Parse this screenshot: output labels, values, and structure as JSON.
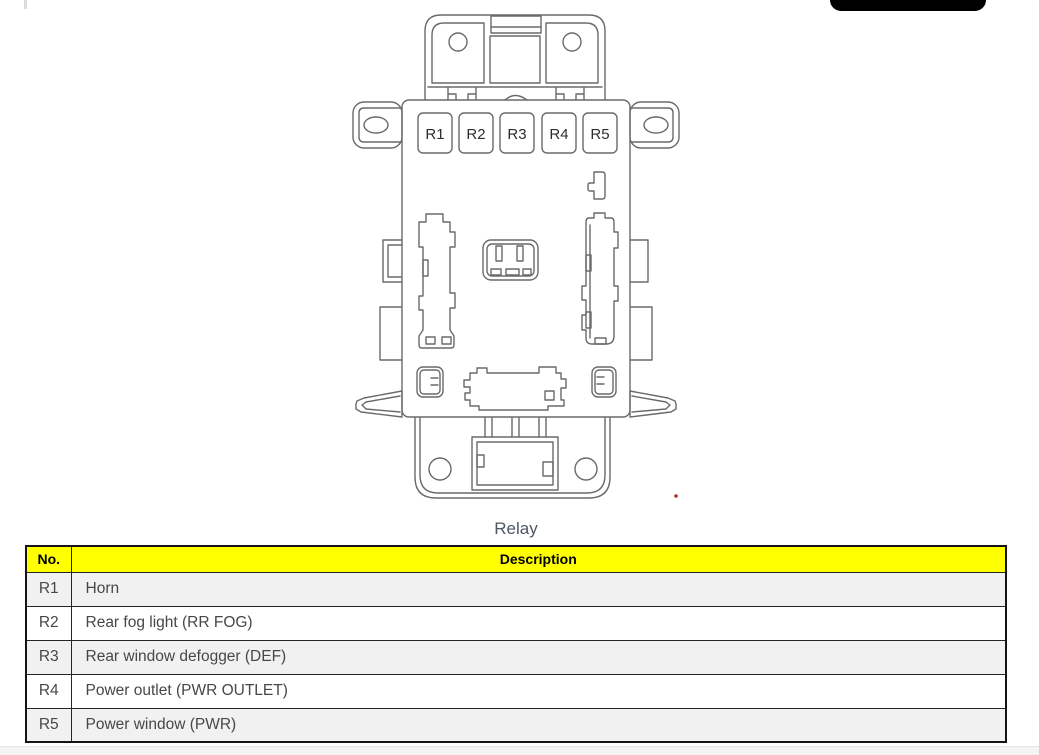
{
  "window": {
    "background": "#ffffff",
    "top_right_button_color": "#000000",
    "footer_strip_color": "#f4f4f4"
  },
  "diagram": {
    "caption": "Relay",
    "line_color": "#6a6a6a",
    "marker_color": "#b03030",
    "relays": [
      "R1",
      "R2",
      "R3",
      "R4",
      "R5"
    ]
  },
  "table": {
    "columns": [
      "No.",
      "Description"
    ],
    "header_bg": "#ffff00",
    "header_text_color": "#000000",
    "alt_row_bg": "#f1f1f1",
    "row_text_color": "#474747",
    "rows": [
      {
        "no": "R1",
        "description": "Horn"
      },
      {
        "no": "R2",
        "description": "Rear fog light (RR FOG)"
      },
      {
        "no": "R3",
        "description": "Rear window defogger (DEF)"
      },
      {
        "no": "R4",
        "description": "Power outlet (PWR OUTLET)"
      },
      {
        "no": "R5",
        "description": "Power window (PWR)"
      }
    ]
  }
}
